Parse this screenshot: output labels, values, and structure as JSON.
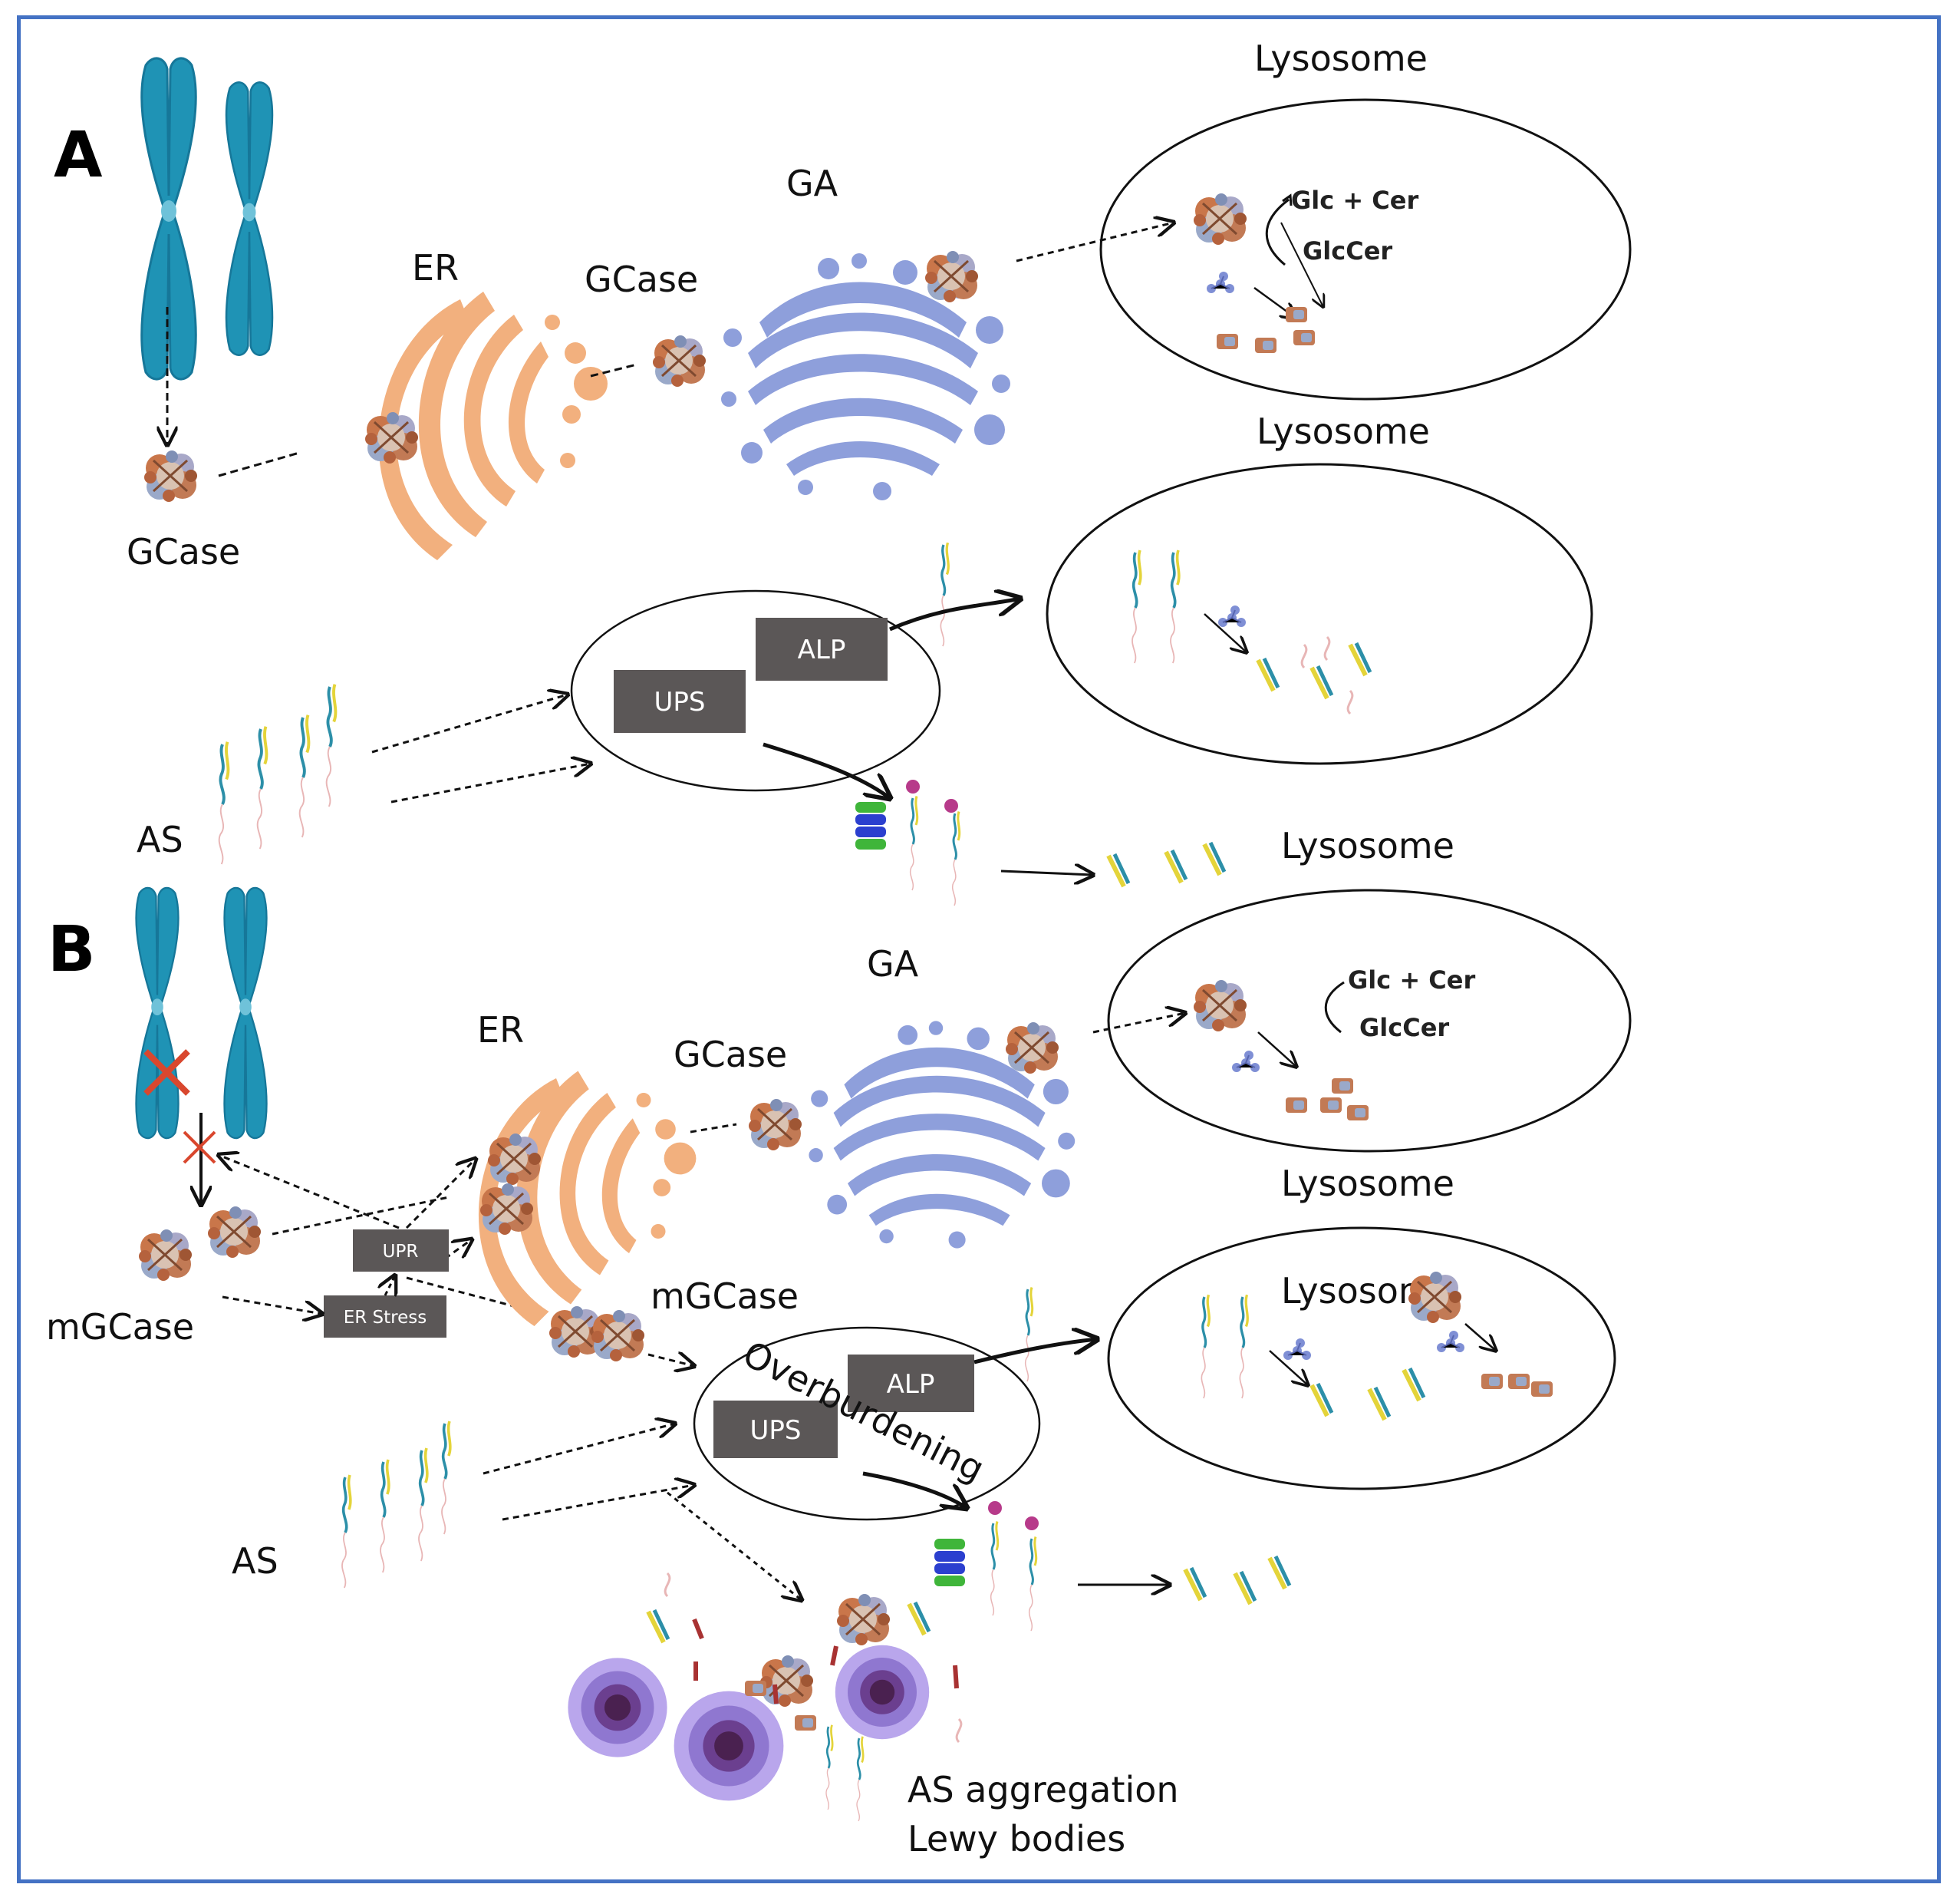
{
  "panels": {
    "a": "A",
    "b": "B"
  },
  "labels": {
    "lysosome": "Lysosome",
    "er": "ER",
    "ga": "GA",
    "gcase": "GCase",
    "mgcase": "mGCase",
    "as": "AS",
    "glc_cer": "Glc + Cer",
    "glccer": "GlcCer",
    "alp": "ALP",
    "ups": "UPS",
    "upr": "UPR",
    "er_stress": "ER Stress",
    "overburdening": "Overburdening",
    "as_aggregation": "AS aggregation",
    "lewy_bodies": "Lewy bodies"
  },
  "colors": {
    "frame": "#4472c4",
    "chromosome": "#1f93b5",
    "er": "#f2b07e",
    "golgi": "#8e9fdb",
    "box": "#5b5757",
    "lewy_outer": "#b9a6ec",
    "lewy_core": "#5c2e5c",
    "x_mark": "#d9472e"
  }
}
